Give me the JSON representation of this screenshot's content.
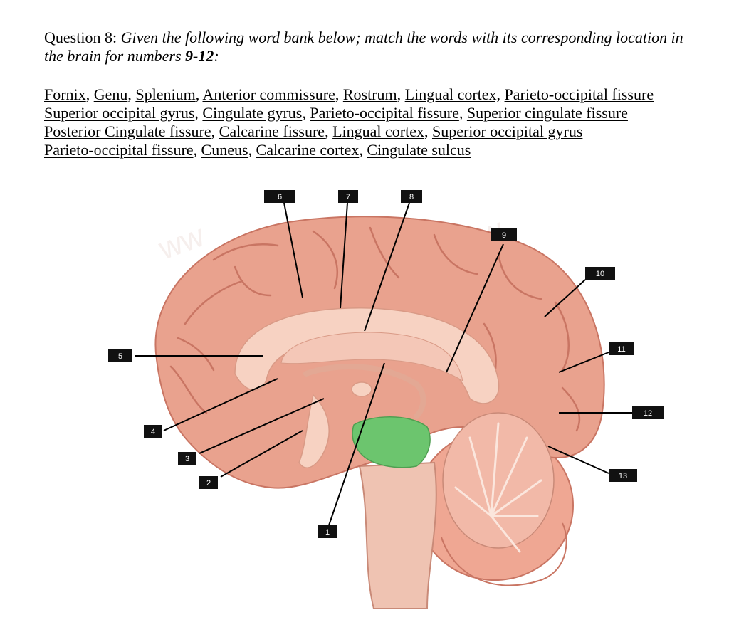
{
  "question": {
    "prefix": "Question 8:",
    "instruction": "Given the following word bank below; match the words with its corresponding location in the brain for numbers",
    "range": "9-12",
    "suffix": ":"
  },
  "word_bank": {
    "lines": [
      [
        {
          "word": "Fornix",
          "sep": ", "
        },
        {
          "word": "Genu",
          "sep": ", "
        },
        {
          "word": "Splenium",
          "sep": ", "
        },
        {
          "word": "Anterior commissure",
          "sep": ", "
        },
        {
          "word": "Rostrum",
          "sep": ", "
        },
        {
          "word": "Lingual cortex,",
          "sep": " "
        },
        {
          "word": "Parieto-occipital fissure",
          "sep": ""
        }
      ],
      [
        {
          "word": "Superior occipital gyrus",
          "sep": ", "
        },
        {
          "word": "Cingulate gyrus",
          "sep": ", "
        },
        {
          "word": "Parieto-occipital fissure",
          "sep": ", "
        },
        {
          "word": "Superior cingulate fissure",
          "sep": ""
        }
      ],
      [
        {
          "word": "Posterior Cingulate fissure",
          "sep": ", "
        },
        {
          "word": "Calcarine fissure",
          "sep": ", "
        },
        {
          "word": "Lingual cortex",
          "sep": ", "
        },
        {
          "word": "Superior occipital gyrus",
          "sep": ""
        }
      ],
      [
        {
          "word": "Parieto-occipital fissure",
          "sep": ", "
        },
        {
          "word": "Cuneus",
          "sep": ", "
        },
        {
          "word": "Calcarine cortex",
          "sep": ", "
        },
        {
          "word": "Cingulate sulcus",
          "sep": ""
        }
      ]
    ]
  },
  "figure": {
    "labels": [
      "1",
      "2",
      "3",
      "4",
      "5",
      "6",
      "7",
      "8",
      "9",
      "10",
      "11",
      "12",
      "13"
    ],
    "colors": {
      "cortex": "#e9a28e",
      "cortex_dark": "#c97563",
      "white_matter": "#f7d2c2",
      "midbrain": "#6cc56e",
      "cerebellum": "#f2b9a8",
      "brainstem": "#efc3b2",
      "label_bg": "#111111"
    }
  }
}
